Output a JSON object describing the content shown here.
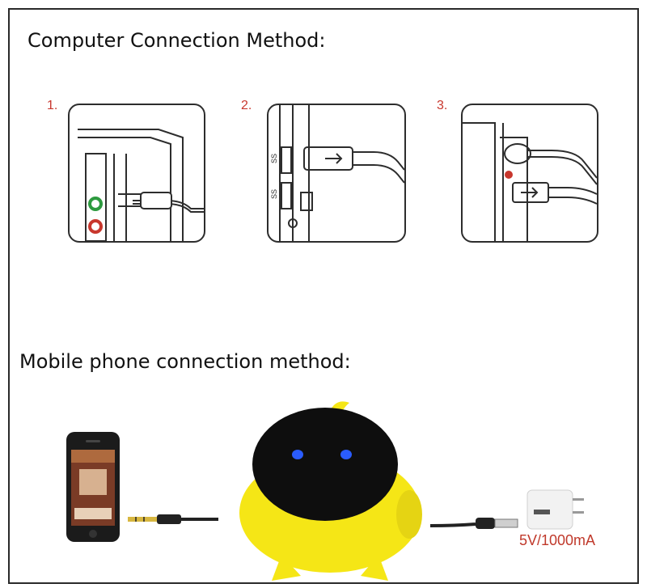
{
  "headings": {
    "computer": "Computer Connection Method:",
    "mobile": "Mobile phone connection method:"
  },
  "steps": [
    "1.",
    "2.",
    "3."
  ],
  "panel2_labels": {
    "usb1": "SS",
    "usb2": "SS"
  },
  "charger_label": "5V/1000mA",
  "icons": {
    "panel1": "audio-jack-port-icon",
    "panel2": "usb-port-icon",
    "panel3": "audio-and-usb-port-icon",
    "phone": "smartphone-icon",
    "speaker": "robot-speaker-icon",
    "charger": "usb-power-adapter-icon"
  },
  "colors": {
    "step_number": "#c8372d",
    "speaker_yellow": "#f5e616",
    "eye_blue": "#2a5cff",
    "charger_label": "#c0392b"
  }
}
